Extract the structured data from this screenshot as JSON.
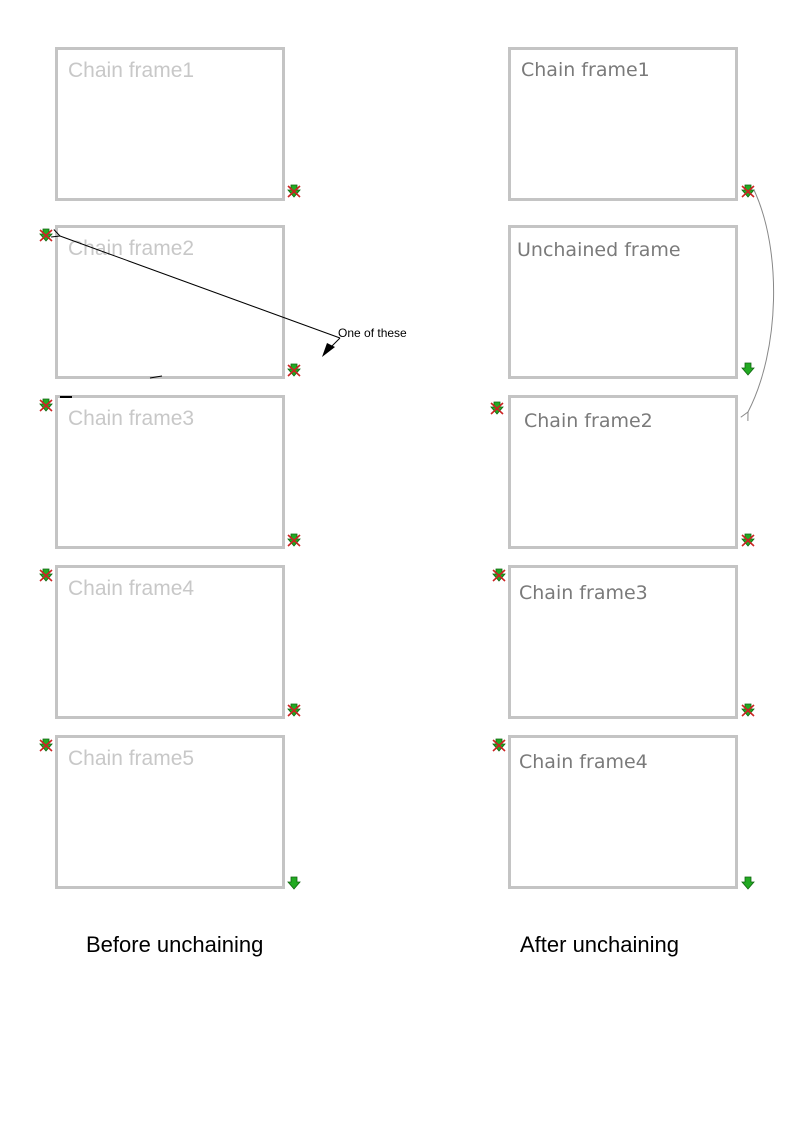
{
  "before": {
    "caption": "Before unchaining",
    "frames": [
      {
        "label": "Chain frame1",
        "in_link": "none",
        "out_link": "linked"
      },
      {
        "label": "Chain frame2",
        "in_link": "linked",
        "out_link": "linked"
      },
      {
        "label": "Chain frame3",
        "in_link": "linked",
        "out_link": "linked"
      },
      {
        "label": "Chain frame4",
        "in_link": "linked",
        "out_link": "linked"
      },
      {
        "label": "Chain frame5",
        "in_link": "linked",
        "out_link": "unlinked"
      }
    ]
  },
  "after": {
    "caption": "After unchaining",
    "frames": [
      {
        "label": "Chain frame1",
        "in_link": "none",
        "out_link": "linked"
      },
      {
        "label": "Unchained frame",
        "in_link": "none",
        "out_link": "unlinked"
      },
      {
        "label": "Chain frame2",
        "in_link": "linked",
        "out_link": "linked"
      },
      {
        "label": "Chain frame3",
        "in_link": "linked",
        "out_link": "linked"
      },
      {
        "label": "Chain frame4",
        "in_link": "linked",
        "out_link": "unlinked"
      }
    ]
  },
  "annotation": {
    "text": "One of these"
  },
  "icons": {
    "linked": "chain-link-icon",
    "unlinked": "chain-end-arrow-icon"
  },
  "colors": {
    "frame_border": "#c4c4c4",
    "before_label": "#c8c8c8",
    "after_label": "#7a7a7a",
    "icon_green": "#22aa22",
    "icon_red": "#cc2222"
  }
}
